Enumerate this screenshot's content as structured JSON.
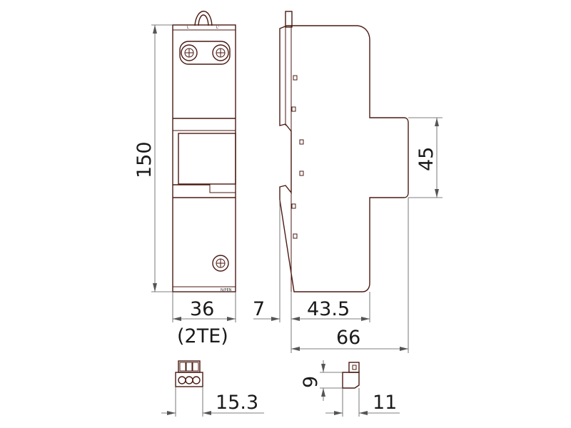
{
  "dimensions": {
    "height": "150",
    "width": "36",
    "width_note": "(2TE)",
    "depth_offset": "7",
    "depth_mid": "43.5",
    "depth_total": "66",
    "rail_height": "45",
    "plug_width": "15.3",
    "plug_height": "9",
    "plug_depth": "11"
  },
  "terminal_labels": {
    "top_left": "L",
    "top_right": "L'",
    "bottom": "N/PEN"
  }
}
